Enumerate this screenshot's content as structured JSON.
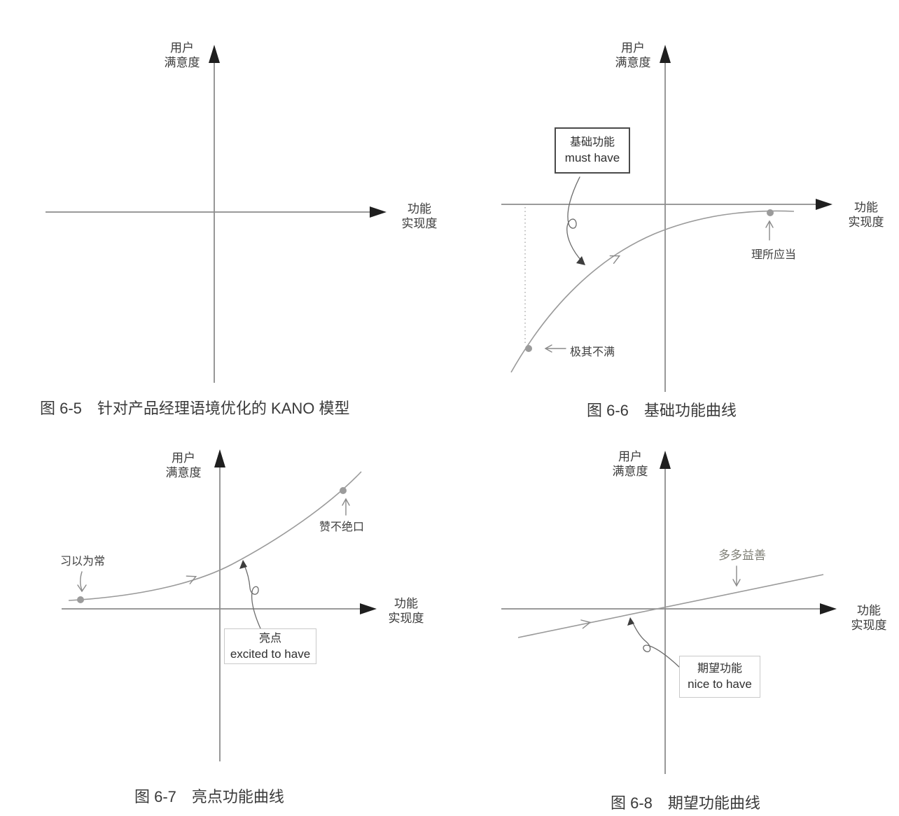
{
  "colors": {
    "background": "#ffffff",
    "axis_line": "#8c8c8c",
    "curve_line": "#9a9a9a",
    "data_point": "#9b9b9b",
    "axis_arrowhead": "#1f1f1f",
    "text": "#3b3b3b",
    "box_border_dark": "#4a4a4a",
    "box_border_light": "#c9c9c9",
    "soft_label_text": "#7f7f76"
  },
  "figures": {
    "fig65": {
      "caption": "图 6-5　针对产品经理语境优化的 KANO 模型",
      "axis": {
        "y1": "用户",
        "y2": "满意度",
        "x1": "功能",
        "x2": "实现度"
      }
    },
    "fig66": {
      "caption": "图 6-6　基础功能曲线",
      "axis": {
        "y1": "用户",
        "y2": "满意度",
        "x1": "功能",
        "x2": "实现度"
      },
      "box": {
        "line1": "基础功能",
        "line2": "must have"
      },
      "labels": {
        "taken_for_granted": "理所应当",
        "extremely_dissatisfied": "极其不满"
      }
    },
    "fig67": {
      "caption": "图 6-7　亮点功能曲线",
      "axis": {
        "y1": "用户",
        "y2": "满意度",
        "x1": "功能",
        "x2": "实现度"
      },
      "box": {
        "line1": "亮点",
        "line2": "excited to have"
      },
      "labels": {
        "used_to_it": "习以为常",
        "full_of_praise": "赞不绝口"
      }
    },
    "fig68": {
      "caption": "图 6-8　期望功能曲线",
      "axis": {
        "y1": "用户",
        "y2": "满意度",
        "x1": "功能",
        "x2": "实现度"
      },
      "box": {
        "line1": "期望功能",
        "line2": "nice to have"
      },
      "labels": {
        "the_more_the_better": "多多益善"
      }
    }
  }
}
